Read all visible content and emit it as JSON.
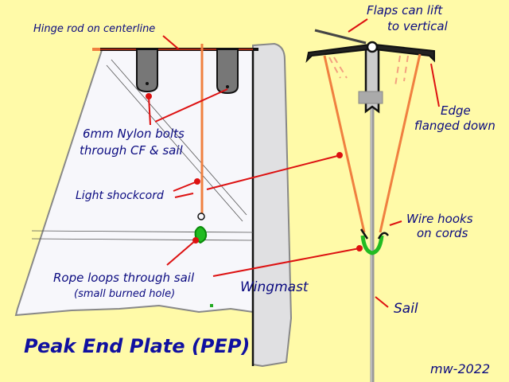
{
  "diagram": {
    "title": "Peak End Plate (PEP)",
    "signature": "mw-2022",
    "labels": {
      "hinge_rod": "Hinge rod on centerline",
      "nylon_bolts_line1": "6mm Nylon bolts",
      "nylon_bolts_line2": "through CF & sail",
      "shockcord": "Light shockcord",
      "rope_loops_line1": "Rope loops through sail",
      "rope_loops_line2": "(small burned hole)",
      "wingmast": "Wingmast",
      "flaps_line1": "Flaps can lift",
      "flaps_line2": "to vertical",
      "edge_line1": "Edge",
      "edge_line2": "flanged down",
      "wire_hooks_line1": "Wire hooks",
      "wire_hooks_line2": "on cords",
      "sail": "Sail"
    },
    "colors": {
      "background": "#fffaa8",
      "text": "#0a0a80",
      "leader": "#dd1111",
      "cord": "#f08040",
      "loop": "#22bb22"
    }
  }
}
